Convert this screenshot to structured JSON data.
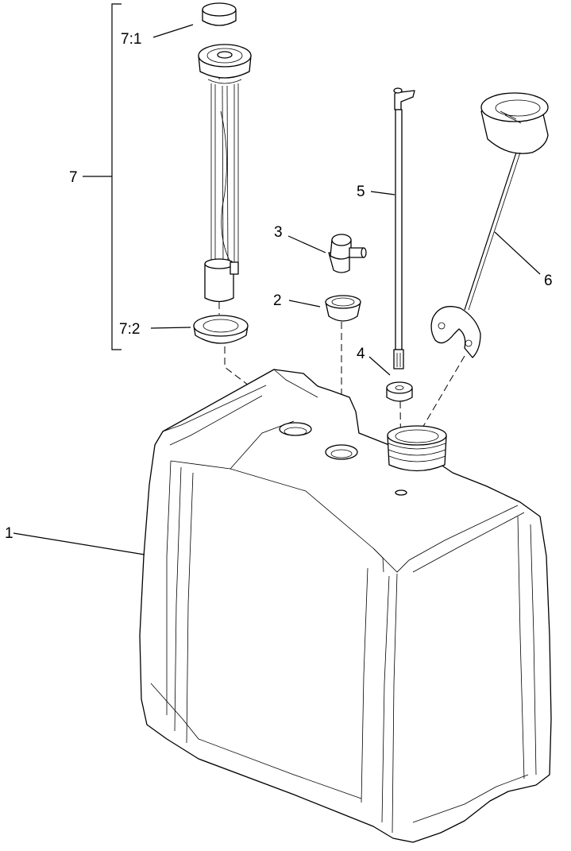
{
  "callouts": {
    "c1": "1",
    "c2": "2",
    "c3": "3",
    "c4": "4",
    "c5": "5",
    "c6": "6",
    "c7": "7",
    "c7_1": "7:1",
    "c7_2": "7:2"
  }
}
